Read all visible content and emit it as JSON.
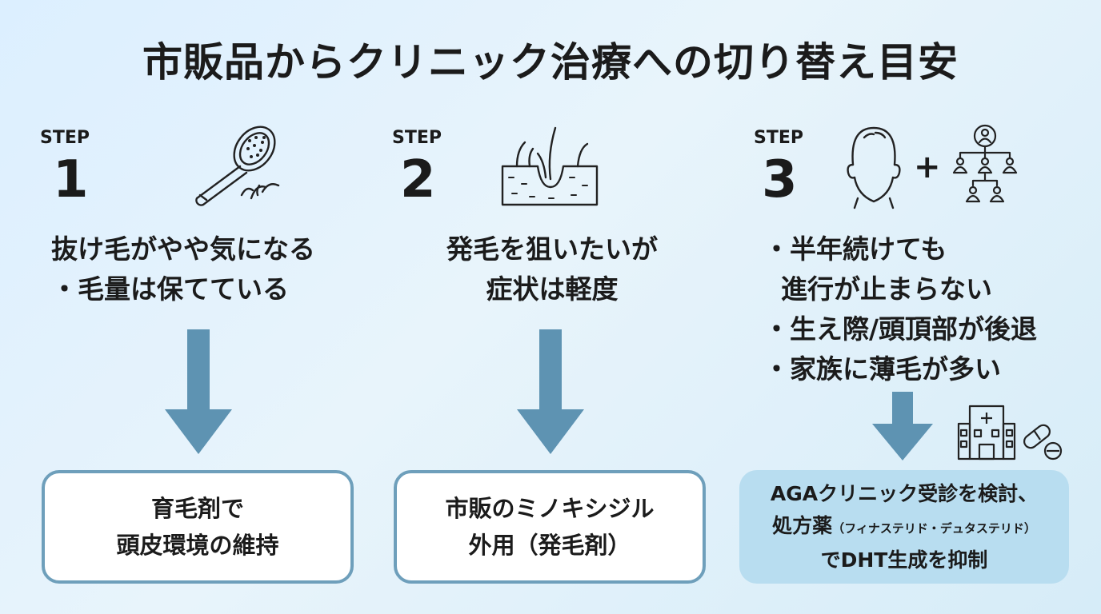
{
  "title": "市販品からクリニック治療への切り替え目安",
  "colors": {
    "arrow": "#5e93b2",
    "box_border": "#6e9fbb",
    "box_fill": "#b8ddf0"
  },
  "steps": [
    {
      "label": "STEP",
      "number": "1",
      "icon": "hairbrush-icon",
      "lines": [
        "抜け毛がやや気になる",
        "・毛量は保てている"
      ],
      "result_lines": [
        "育毛剤で",
        "頭皮環境の維持"
      ]
    },
    {
      "label": "STEP",
      "number": "2",
      "icon": "scalp-follicle-icon",
      "lines": [
        "発毛を狙いたいが",
        "症状は軽度"
      ],
      "result_lines": [
        "市販のミノキシジル",
        "外用（発毛剤）"
      ]
    },
    {
      "label": "STEP",
      "number": "3",
      "icon": "head-plus-family-tree-icon",
      "plus": "+",
      "lines": [
        "・半年続けても",
        "進行が止まらない",
        "・生え際/頭頂部が後退",
        "・家族に薄毛が多い"
      ],
      "result_line1": "AGAクリニック受診を検討、",
      "result_line2_main": "処方薬",
      "result_line2_small": "（フィナステリド・デュタステリド）",
      "result_line3": "でDHT生成を抑制"
    }
  ]
}
